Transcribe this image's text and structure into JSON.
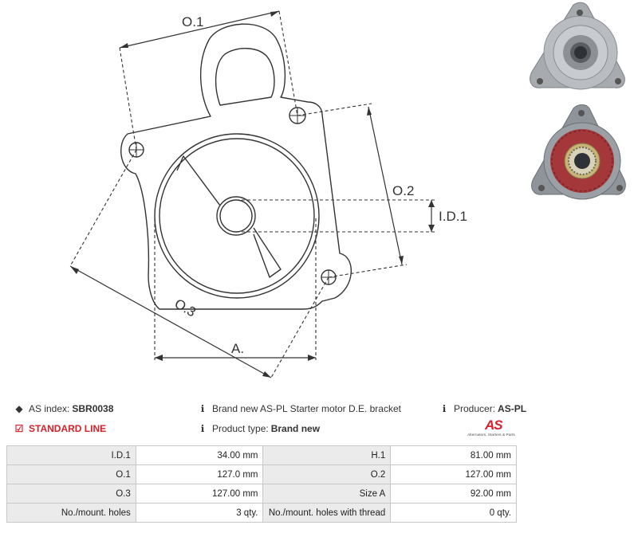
{
  "drawing": {
    "labels": {
      "o1": "O.1",
      "o2": "O.2",
      "o3": "O.3",
      "id1": "I.D.1",
      "a": "A."
    }
  },
  "photos": [
    {
      "view": "front",
      "colors": {
        "metal": "#b9bdc2",
        "dark": "#5a5e63"
      }
    },
    {
      "view": "back",
      "colors": {
        "metal": "#9aa0a6",
        "insulation": "#a3373a",
        "bearing": "#c8b476"
      }
    }
  ],
  "info": {
    "as_index_label": "AS index:",
    "as_index_value": "SBR0038",
    "standard_line": "STANDARD LINE",
    "description": "Brand new AS-PL Starter motor D.E. bracket",
    "product_type_label": "Product type:",
    "product_type_value": "Brand new",
    "producer_label": "Producer:",
    "producer_value": "AS-PL",
    "logo_text": "AS",
    "logo_tagline": "Alternators, Starters & Parts",
    "colors": {
      "accent": "#d8202a"
    }
  },
  "specs": [
    {
      "k1": "I.D.1",
      "v1": "34.00 mm",
      "k2": "H.1",
      "v2": "81.00 mm"
    },
    {
      "k1": "O.1",
      "v1": "127.0 mm",
      "k2": "O.2",
      "v2": "127.00 mm"
    },
    {
      "k1": "O.3",
      "v1": "127.00 mm",
      "k2": "Size A",
      "v2": "92.00 mm"
    },
    {
      "k1": "No./mount. holes",
      "v1": "3 qty.",
      "k2": "No./mount. holes with thread",
      "v2": "0 qty."
    }
  ]
}
